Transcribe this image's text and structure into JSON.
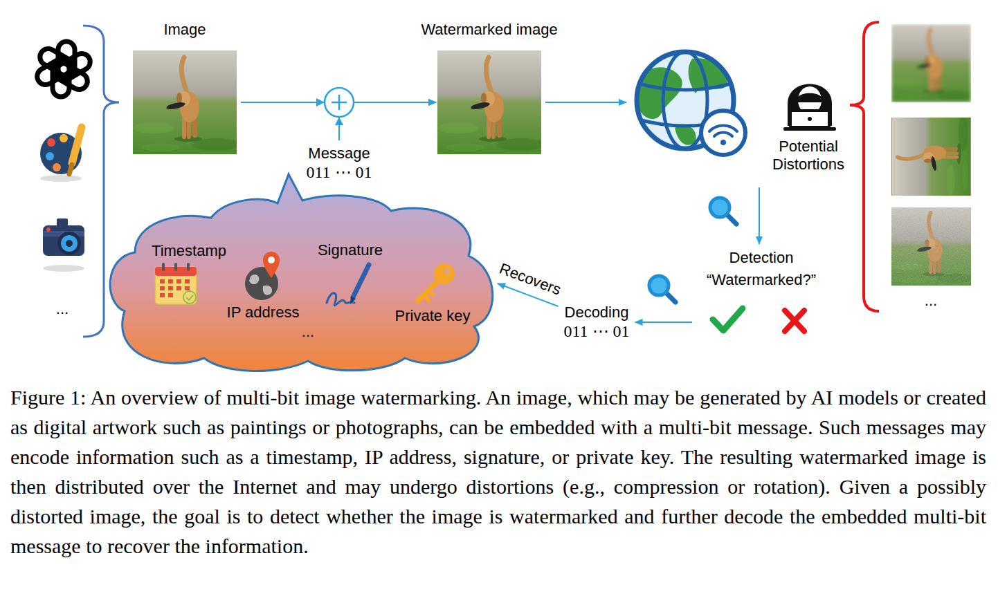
{
  "diagram": {
    "caption": "Figure 1: An overview of multi-bit image watermarking. An image, which may be generated by AI models or created as digital artwork such as paintings or photographs, can be embedded with a multi-bit message. Such messages may encode information such as a timestamp, IP address, signature, or private key. The resulting watermarked image is then distributed over the Internet and may undergo distortions (e.g., compression or rotation). Given a possibly distorted image, the goal is to detect whether the image is watermarked and further decode the embedded multi-bit message to recover the information.",
    "nodes": [
      {
        "text": [
          "Image"
        ]
      },
      {
        "text": [
          "Watermarked image"
        ]
      },
      {
        "text": [
          "Message",
          "011 ⋯ 01"
        ]
      },
      {
        "text": [
          "Potential Distortions"
        ]
      },
      {
        "text": [
          "Timestamp",
          "IP address",
          "Signature",
          "Private key",
          "..."
        ]
      },
      {
        "text": [
          "Detection",
          "“Watermarked?”"
        ]
      },
      {
        "text": [
          "Decoding",
          "011 ⋯ 01"
        ]
      }
    ],
    "edges": [
      {
        "from": 0,
        "to": 1,
        "arrow": "to"
      },
      {
        "from": 2,
        "to": 1,
        "arrow": "to"
      },
      {
        "from": 1,
        "to": 3,
        "arrow": "to"
      },
      {
        "from": 3,
        "to": 5,
        "arrow": "to"
      },
      {
        "from": 5,
        "to": 6,
        "arrow": "to"
      },
      {
        "from": 6,
        "to": 4,
        "arrow": "to",
        "label": "Recovers"
      }
    ],
    "labels": [
      "...",
      "..."
    ]
  }
}
